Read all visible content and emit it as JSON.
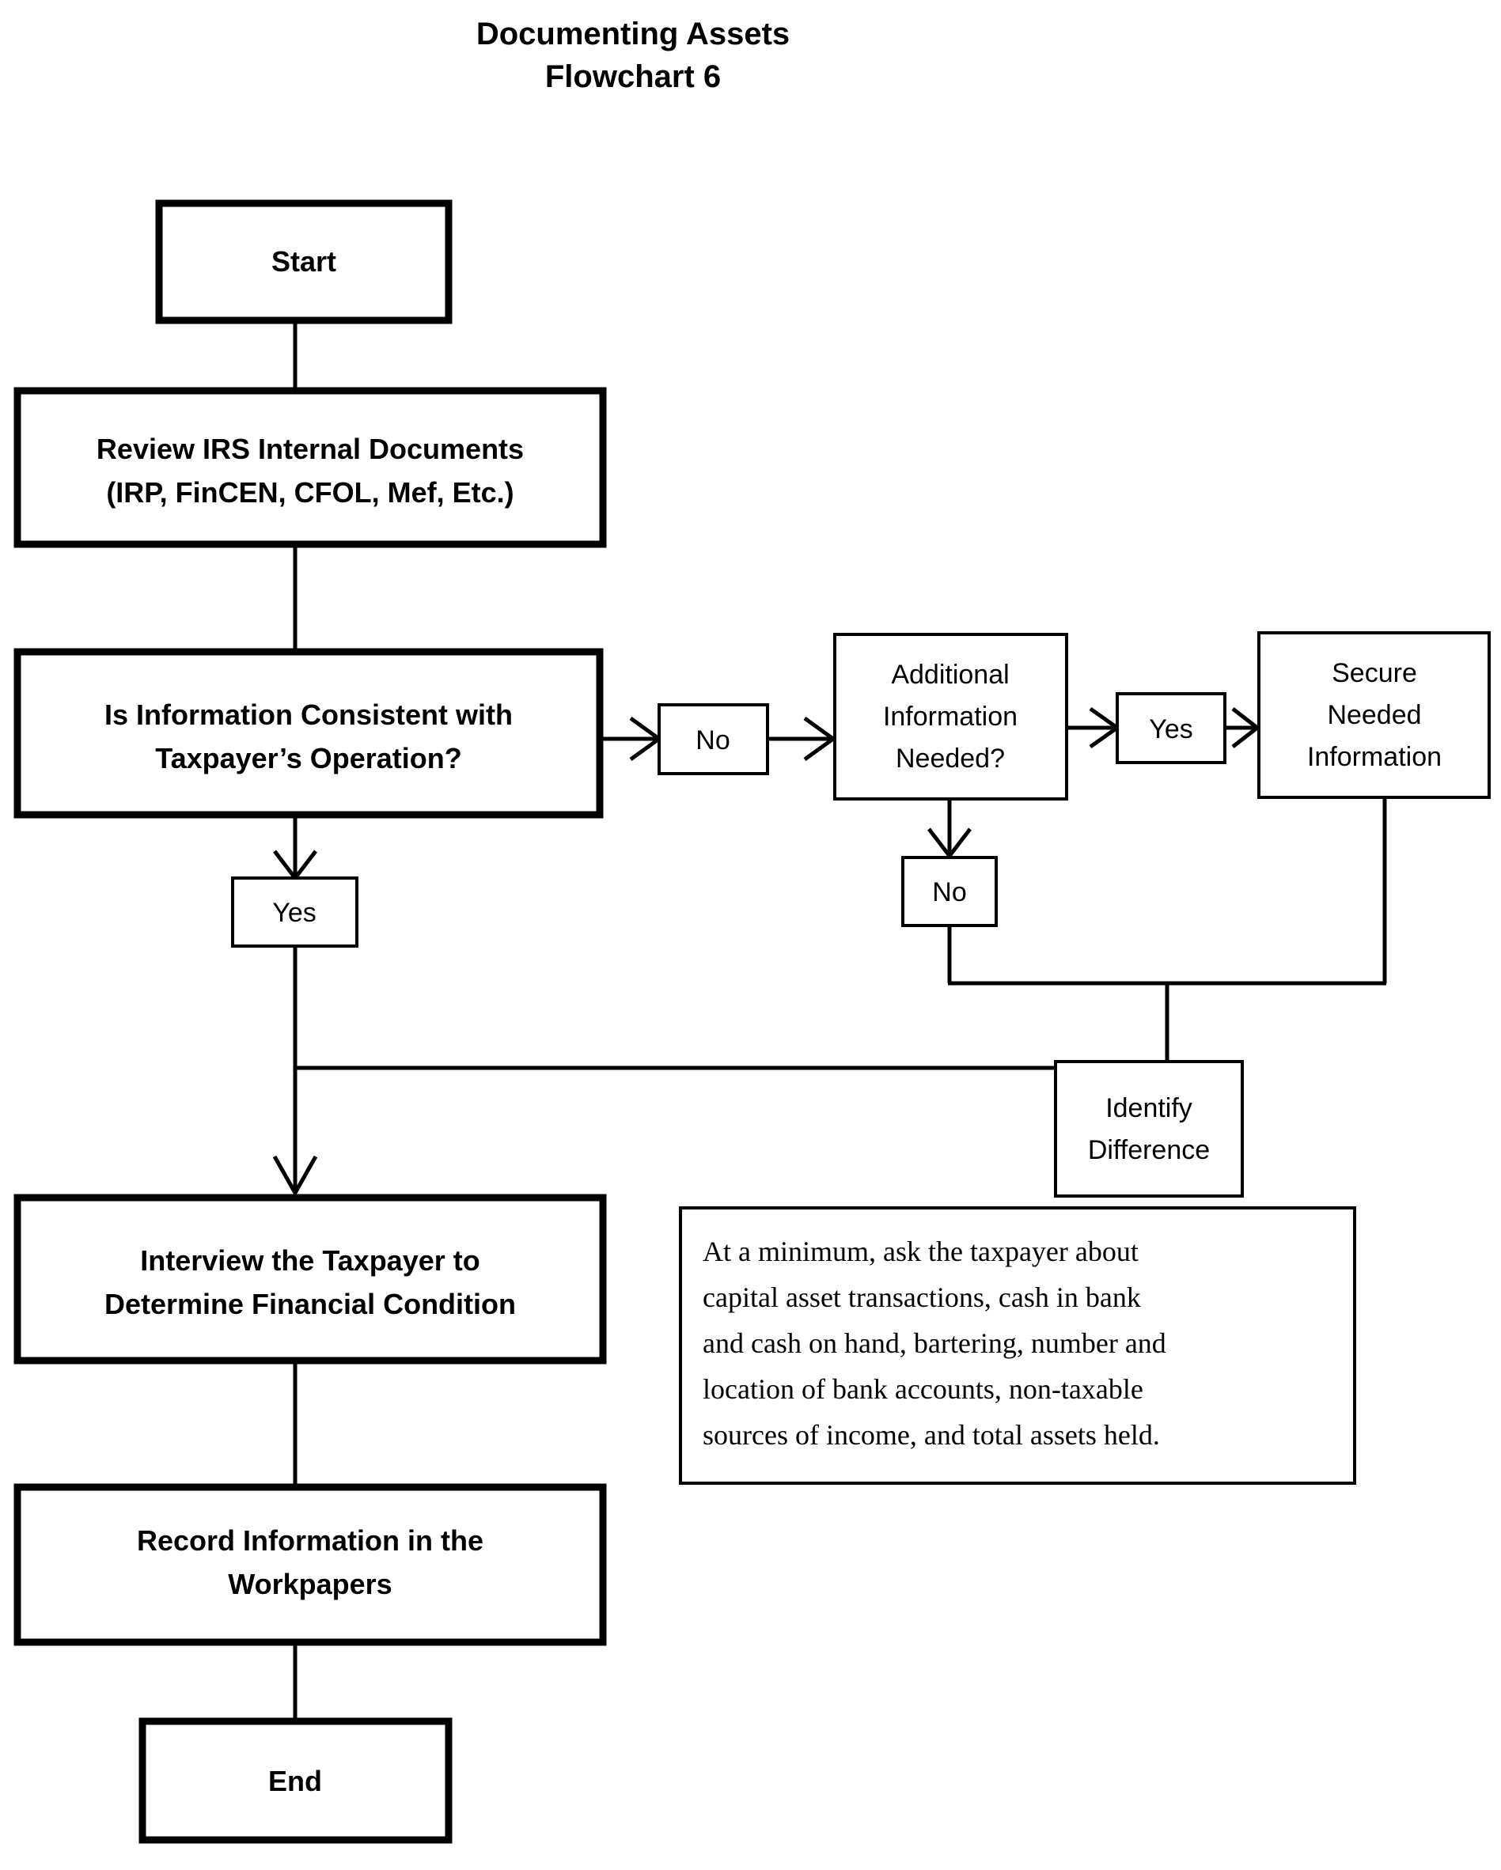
{
  "title": {
    "line1": "Documenting Assets",
    "line2": "Flowchart 6"
  },
  "nodes": {
    "start": {
      "label": "Start"
    },
    "review": {
      "line1": "Review IRS Internal Documents",
      "line2": "(IRP, FinCEN, CFOL, Mef, Etc.)"
    },
    "decision_consistent": {
      "line1": "Is Information Consistent with",
      "line2": "Taxpayer’s Operation?"
    },
    "additional_info": {
      "line1": "Additional",
      "line2": "Information",
      "line3": "Needed?"
    },
    "secure_info": {
      "line1": "Secure",
      "line2": "Needed",
      "line3": "Information"
    },
    "identify_difference": {
      "line1": "Identify",
      "line2": "Difference"
    },
    "interview": {
      "line1": "Interview the Taxpayer to",
      "line2": "Determine Financial Condition"
    },
    "record": {
      "line1": "Record Information in the",
      "line2": "Workpapers"
    },
    "end": {
      "label": "End"
    }
  },
  "edge_labels": {
    "consistent_no": "No",
    "consistent_yes": "Yes",
    "additional_yes": "Yes",
    "additional_no": "No"
  },
  "note": {
    "line1": "At a minimum, ask the taxpayer about",
    "line2": "capital asset transactions, cash in bank",
    "line3": "and cash on hand, bartering, number and",
    "line4": "location of bank accounts, non-taxable",
    "line5": "sources of income, and total assets held."
  },
  "colors": {
    "stroke": "#000000",
    "background": "#ffffff",
    "text": "#000000"
  }
}
